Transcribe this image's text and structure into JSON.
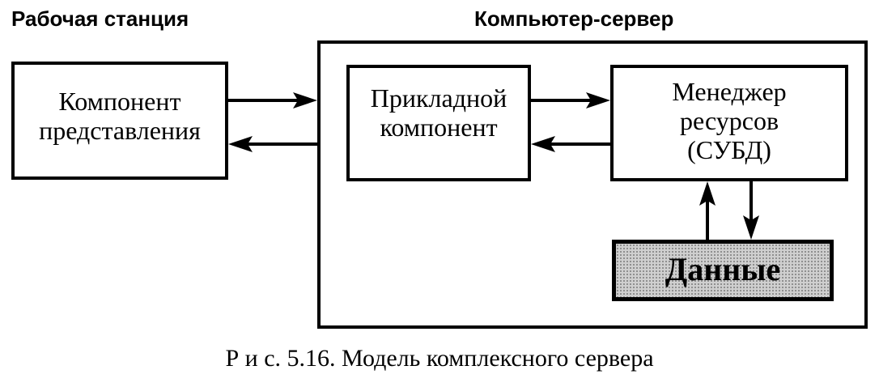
{
  "headings": {
    "workstation": "Рабочая станция",
    "server": "Компьютер-сервер"
  },
  "boxes": {
    "presentation": "Компонент\nпредставления",
    "application": "Прикладной\nкомпонент",
    "resource_manager": "Менеджер\nресурсов\n(СУБД)",
    "data": "Данные"
  },
  "caption": "Р и с. 5.16. Модель комплексного сервера",
  "colors": {
    "line": "#000000",
    "data_fill": "#cfcfcf"
  }
}
